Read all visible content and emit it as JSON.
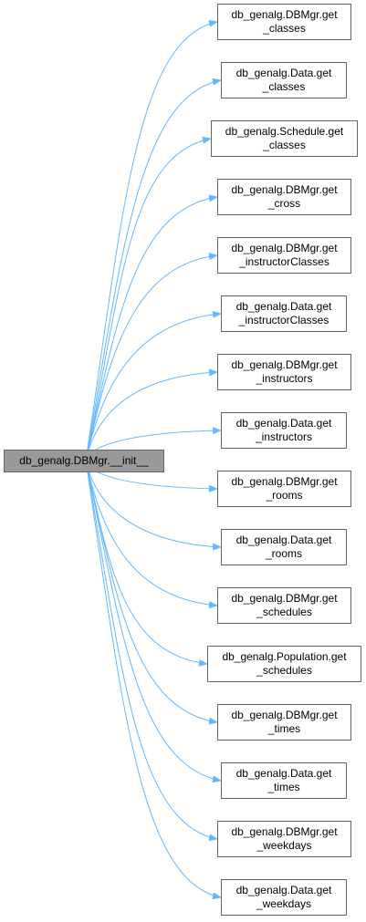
{
  "graph": {
    "edge_color": "#63b8ff",
    "root_fill": "#999999",
    "node_border": "#666666",
    "root": {
      "lines": [
        "db_genalg.DBMgr.__init__"
      ]
    },
    "callees": [
      {
        "lines": [
          "db_genalg.DBMgr.get",
          "_classes"
        ]
      },
      {
        "lines": [
          "db_genalg.Data.get",
          "_classes"
        ]
      },
      {
        "lines": [
          "db_genalg.Schedule.get",
          "_classes"
        ]
      },
      {
        "lines": [
          "db_genalg.DBMgr.get",
          "_cross"
        ]
      },
      {
        "lines": [
          "db_genalg.DBMgr.get",
          "_instructorClasses"
        ]
      },
      {
        "lines": [
          "db_genalg.Data.get",
          "_instructorClasses"
        ]
      },
      {
        "lines": [
          "db_genalg.DBMgr.get",
          "_instructors"
        ]
      },
      {
        "lines": [
          "db_genalg.Data.get",
          "_instructors"
        ]
      },
      {
        "lines": [
          "db_genalg.DBMgr.get",
          "_rooms"
        ]
      },
      {
        "lines": [
          "db_genalg.Data.get",
          "_rooms"
        ]
      },
      {
        "lines": [
          "db_genalg.DBMgr.get",
          "_schedules"
        ]
      },
      {
        "lines": [
          "db_genalg.Population.get",
          "_schedules"
        ]
      },
      {
        "lines": [
          "db_genalg.DBMgr.get",
          "_times"
        ]
      },
      {
        "lines": [
          "db_genalg.Data.get",
          "_times"
        ]
      },
      {
        "lines": [
          "db_genalg.DBMgr.get",
          "_weekdays"
        ]
      },
      {
        "lines": [
          "db_genalg.Data.get",
          "_weekdays"
        ]
      }
    ]
  }
}
